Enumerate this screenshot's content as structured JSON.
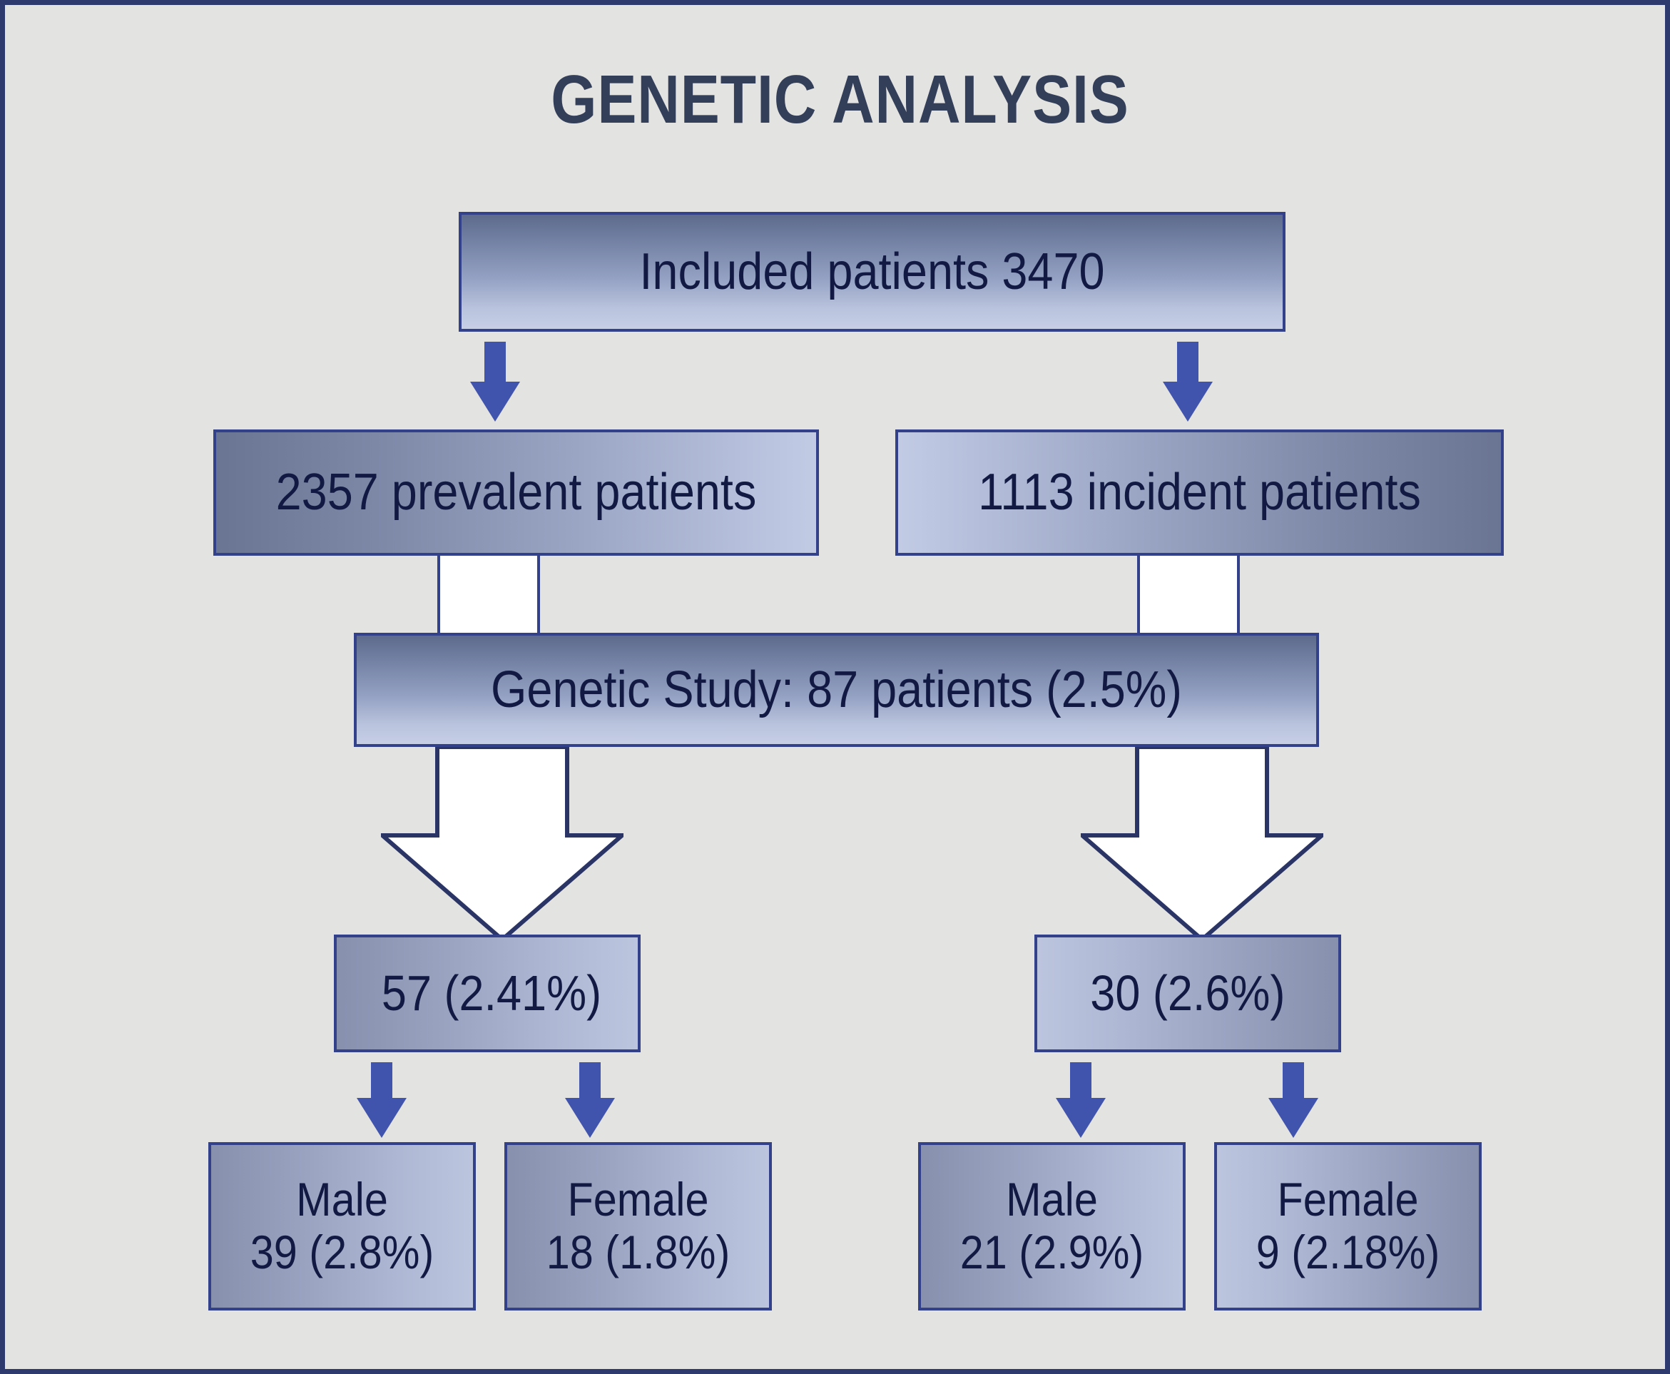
{
  "figure": {
    "title": "GENETIC ANALYSIS",
    "type": "flowchart",
    "background_color": "#e3e3e2",
    "border_color": "#2e3a6e",
    "text_color": "#121a43",
    "arrow_color_small": "#4154ad",
    "arrow_color_big_outline": "#2a3566",
    "arrow_fill_big": "#ffffff"
  },
  "nodes": {
    "included": {
      "label": "Included patients 3470",
      "count": 3470
    },
    "prevalent": {
      "label": "2357 prevalent patients",
      "count": 2357
    },
    "incident": {
      "label": "1113 incident patients",
      "count": 1113
    },
    "genetic_study": {
      "label": "Genetic Study: 87 patients (2.5%)",
      "count": 87,
      "percent": "2.5%"
    },
    "prevalent_genetic": {
      "label": "57 (2.41%)",
      "count": 57,
      "percent": "2.41%"
    },
    "incident_genetic": {
      "label": "30 (2.6%)",
      "count": 30,
      "percent": "2.6%"
    },
    "prevalent_male": {
      "label": "Male\n39 (2.8%)",
      "sex": "Male",
      "count": 39,
      "percent": "2.8%"
    },
    "prevalent_female": {
      "label": "Female\n18 (1.8%)",
      "sex": "Female",
      "count": 18,
      "percent": "1.8%"
    },
    "incident_male": {
      "label": "Male\n21 (2.9%)",
      "sex": "Male",
      "count": 21,
      "percent": "2.9%"
    },
    "incident_female": {
      "label": "Female\n9 (2.18%)",
      "sex": "Female",
      "count": 9,
      "percent": "2.18%"
    }
  },
  "chart_data": {
    "type": "diagram",
    "title": "GENETIC ANALYSIS",
    "levels": [
      {
        "level": 1,
        "items": [
          {
            "label": "Included patients 3470",
            "value": 3470
          }
        ]
      },
      {
        "level": 2,
        "items": [
          {
            "label": "2357 prevalent patients",
            "value": 2357
          },
          {
            "label": "1113 incident patients",
            "value": 1113
          }
        ]
      },
      {
        "level": 3,
        "items": [
          {
            "label": "Genetic Study: 87 patients (2.5%)",
            "value": 87,
            "percent": 2.5
          }
        ]
      },
      {
        "level": 4,
        "items": [
          {
            "label": "57 (2.41%)",
            "value": 57,
            "percent": 2.41
          },
          {
            "label": "30 (2.6%)",
            "value": 30,
            "percent": 2.6
          }
        ]
      },
      {
        "level": 5,
        "items": [
          {
            "label": "Male 39 (2.8%)",
            "value": 39,
            "percent": 2.8
          },
          {
            "label": "Female 18 (1.8%)",
            "value": 18,
            "percent": 1.8
          },
          {
            "label": "Male 21 (2.9%)",
            "value": 21,
            "percent": 2.9
          },
          {
            "label": "Female 9 (2.18%)",
            "value": 9,
            "percent": 2.18
          }
        ]
      }
    ],
    "edges": [
      {
        "from": "Included patients 3470",
        "to": "2357 prevalent patients"
      },
      {
        "from": "Included patients 3470",
        "to": "1113 incident patients"
      },
      {
        "from": "2357 prevalent patients",
        "to": "Genetic Study: 87 patients (2.5%)"
      },
      {
        "from": "1113 incident patients",
        "to": "Genetic Study: 87 patients (2.5%)"
      },
      {
        "from": "Genetic Study: 87 patients (2.5%)",
        "to": "57 (2.41%)"
      },
      {
        "from": "Genetic Study: 87 patients (2.5%)",
        "to": "30 (2.6%)"
      },
      {
        "from": "57 (2.41%)",
        "to": "Male 39 (2.8%)"
      },
      {
        "from": "57 (2.41%)",
        "to": "Female 18 (1.8%)"
      },
      {
        "from": "30 (2.6%)",
        "to": "Male 21 (2.9%)"
      },
      {
        "from": "30 (2.6%)",
        "to": "Female 9 (2.18%)"
      }
    ]
  }
}
